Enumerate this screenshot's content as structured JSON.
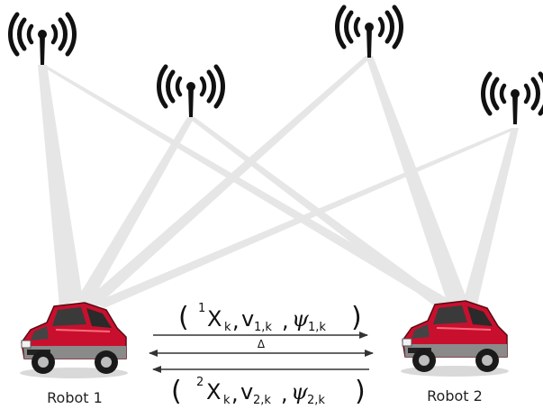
{
  "robots": [
    {
      "label": "Robot 1"
    },
    {
      "label": "Robot 2"
    }
  ],
  "message_top": {
    "open": "(",
    "superscript": "1",
    "var_x": "X",
    "sub_k": "k",
    "comma": ",",
    "var_v": "v",
    "sub_v": "1,k",
    "var_psi": "ψ",
    "sub_psi": "1,k",
    "close": ")"
  },
  "delta_label": "Δ",
  "message_bottom": {
    "open": "(",
    "superscript": "2",
    "var_x": "X",
    "sub_k": "k",
    "comma": ",",
    "var_v": "v",
    "sub_v": "2,k",
    "var_psi": "ψ",
    "sub_psi": "2,k",
    "close": ")"
  },
  "colors": {
    "beam": "#e6e6e6",
    "antenna": "#111111",
    "car_body": "#c8102e",
    "arrow": "#333333"
  },
  "icons": {
    "antenna": "wireless-antenna-icon",
    "car": "car-icon"
  }
}
